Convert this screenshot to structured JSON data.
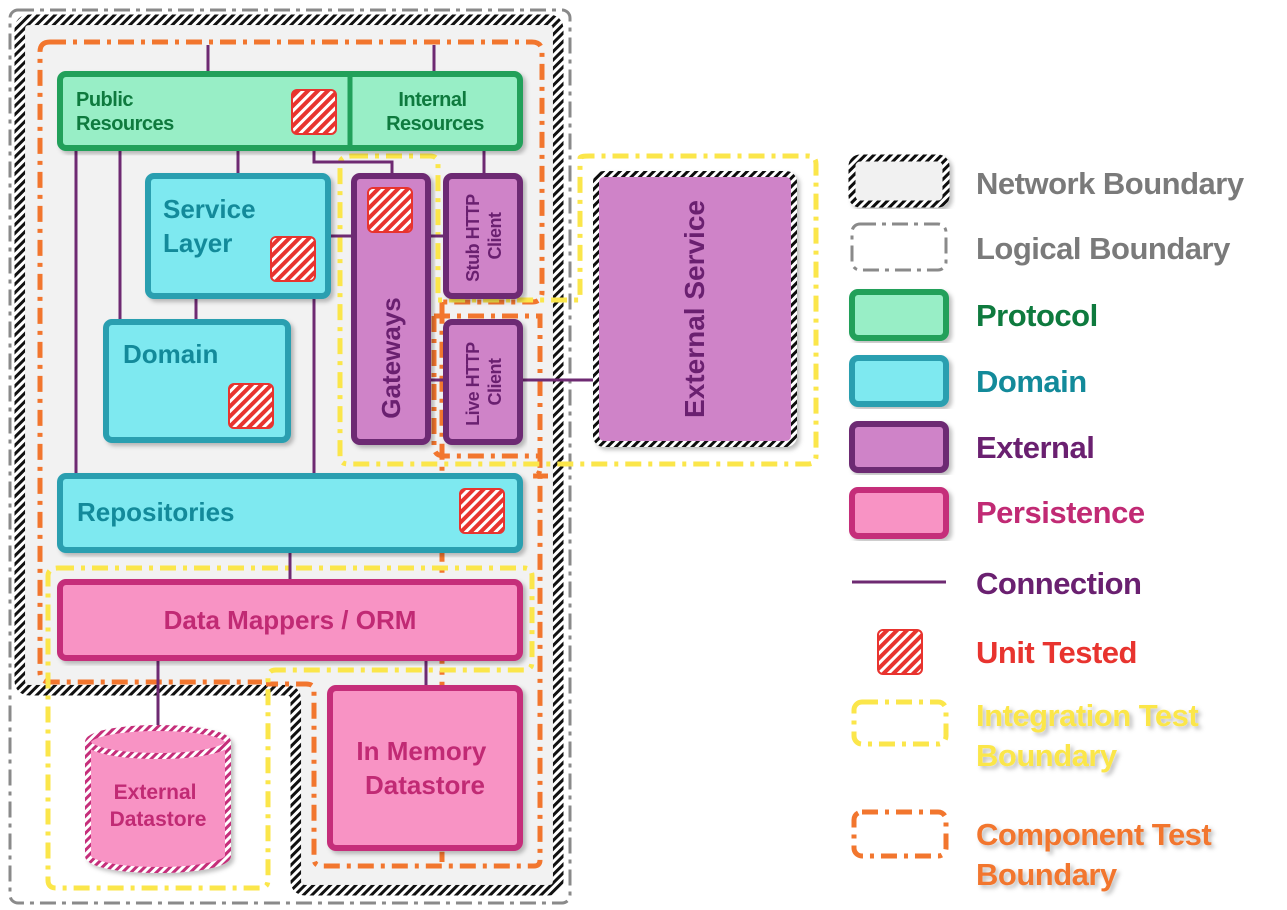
{
  "components": {
    "public_resources": [
      "Public",
      "Resources"
    ],
    "internal_resources": [
      "Internal",
      "Resources"
    ],
    "service_layer": [
      "Service",
      "Layer"
    ],
    "domain": [
      "Domain"
    ],
    "gateways": [
      "Gateways"
    ],
    "stub_http_client": [
      "Stub HTTP",
      "Client"
    ],
    "live_http_client": [
      "Live HTTP",
      "Client"
    ],
    "external_service": [
      "External Service"
    ],
    "repositories": [
      "Repositories"
    ],
    "data_mappers": [
      "Data Mappers / ORM"
    ],
    "external_datastore": [
      "External",
      "Datastore"
    ],
    "in_memory_datastore": [
      "In Memory",
      "Datastore"
    ]
  },
  "legend": {
    "network_boundary": "Network Boundary",
    "logical_boundary": "Logical Boundary",
    "protocol": "Protocol",
    "domain": "Domain",
    "external": "External",
    "persistence": "Persistence",
    "connection": "Connection",
    "unit_tested": "Unit Tested",
    "integration_test": [
      "Integration Test",
      "Boundary"
    ],
    "component_test": [
      "Component Test",
      "Boundary"
    ]
  },
  "colors": {
    "protocol_fill": "#98eec6",
    "protocol_stroke": "#20a05a",
    "protocol_text": "#0e7a3e",
    "domain_fill": "#7ee9f0",
    "domain_stroke": "#2a9fb0",
    "domain_text": "#138a9a",
    "external_fill": "#cf83c8",
    "external_stroke": "#6d2a73",
    "external_text": "#6a2070",
    "persistence_fill": "#f893c4",
    "persistence_stroke": "#c52f7a",
    "persistence_text": "#c12a74",
    "connection": "#6e2a72",
    "unit_tested": "#e8342f",
    "integration": "#fbe64a",
    "component": "#f2762e",
    "network_text": "#7a7a7a",
    "logical_text": "#7a7a7a"
  }
}
